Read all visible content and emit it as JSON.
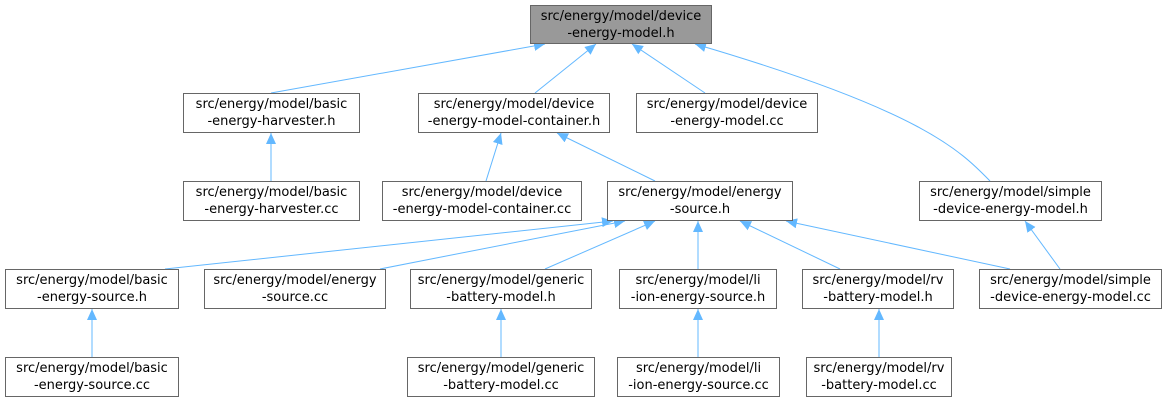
{
  "colors": {
    "edge": "#63b8ff",
    "node_border": "#666666",
    "root_fill": "#999999",
    "node_fill": "#ffffff"
  },
  "nodes": {
    "root": [
      "src/energy/model/device",
      "-energy-model.h"
    ],
    "basic_harvester_h": [
      "src/energy/model/basic",
      "-energy-harvester.h"
    ],
    "container_h": [
      "src/energy/model/device",
      "-energy-model-container.h"
    ],
    "device_model_cc": [
      "src/energy/model/device",
      "-energy-model.cc"
    ],
    "basic_harvester_cc": [
      "src/energy/model/basic",
      "-energy-harvester.cc"
    ],
    "container_cc": [
      "src/energy/model/device",
      "-energy-model-container.cc"
    ],
    "energy_source_h": [
      "src/energy/model/energy",
      "-source.h"
    ],
    "simple_h": [
      "src/energy/model/simple",
      "-device-energy-model.h"
    ],
    "basic_source_h": [
      "src/energy/model/basic",
      "-energy-source.h"
    ],
    "energy_source_cc": [
      "src/energy/model/energy",
      "-source.cc"
    ],
    "generic_h": [
      "src/energy/model/generic",
      "-battery-model.h"
    ],
    "li_ion_h": [
      "src/energy/model/li",
      "-ion-energy-source.h"
    ],
    "rv_h": [
      "src/energy/model/rv",
      "-battery-model.h"
    ],
    "simple_cc": [
      "src/energy/model/simple",
      "-device-energy-model.cc"
    ],
    "basic_source_cc": [
      "src/energy/model/basic",
      "-energy-source.cc"
    ],
    "generic_cc": [
      "src/energy/model/generic",
      "-battery-model.cc"
    ],
    "li_ion_cc": [
      "src/energy/model/li",
      "-ion-energy-source.cc"
    ],
    "rv_cc": [
      "src/energy/model/rv",
      "-battery-model.cc"
    ]
  },
  "edges": [
    [
      "basic_harvester_h",
      "root"
    ],
    [
      "container_h",
      "root"
    ],
    [
      "device_model_cc",
      "root"
    ],
    [
      "simple_h",
      "root"
    ],
    [
      "basic_harvester_cc",
      "basic_harvester_h"
    ],
    [
      "container_cc",
      "container_h"
    ],
    [
      "energy_source_h",
      "container_h"
    ],
    [
      "basic_source_h",
      "energy_source_h"
    ],
    [
      "energy_source_cc",
      "energy_source_h"
    ],
    [
      "generic_h",
      "energy_source_h"
    ],
    [
      "li_ion_h",
      "energy_source_h"
    ],
    [
      "rv_h",
      "energy_source_h"
    ],
    [
      "simple_cc",
      "energy_source_h"
    ],
    [
      "simple_cc",
      "simple_h"
    ],
    [
      "basic_source_cc",
      "basic_source_h"
    ],
    [
      "generic_cc",
      "generic_h"
    ],
    [
      "li_ion_cc",
      "li_ion_h"
    ],
    [
      "rv_cc",
      "rv_h"
    ]
  ]
}
